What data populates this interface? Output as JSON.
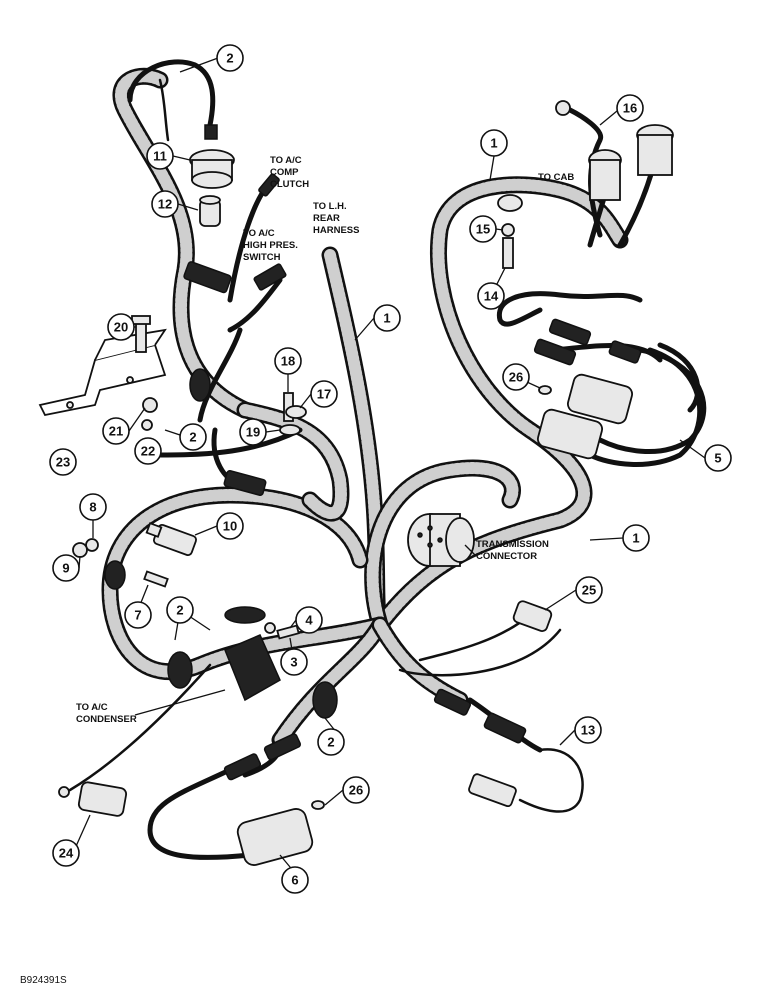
{
  "labels": {
    "to_ac_comp_clutch": [
      "TO A/C",
      "COMP",
      "CLUTCH"
    ],
    "to_ac_high_pres_switch": [
      "TO A/C",
      "HIGH PRES.",
      "SWITCH"
    ],
    "to_lh_rear_harness": [
      "TO L.H.",
      "REAR",
      "HARNESS"
    ],
    "to_cab": [
      "TO CAB"
    ],
    "transmission_connector": [
      "TRANSMISSION",
      "CONNECTOR"
    ],
    "to_ac_condenser": [
      "TO A/C",
      "CONDENSER"
    ]
  },
  "callouts": [
    "2",
    "11",
    "12",
    "1",
    "16",
    "15",
    "14",
    "20",
    "18",
    "17",
    "19",
    "21",
    "22",
    "23",
    "2",
    "1",
    "26",
    "5",
    "8",
    "9",
    "7",
    "10",
    "2",
    "4",
    "3",
    "1",
    "25",
    "13",
    "2",
    "24",
    "26",
    "6"
  ],
  "figure_id": "B924391S"
}
